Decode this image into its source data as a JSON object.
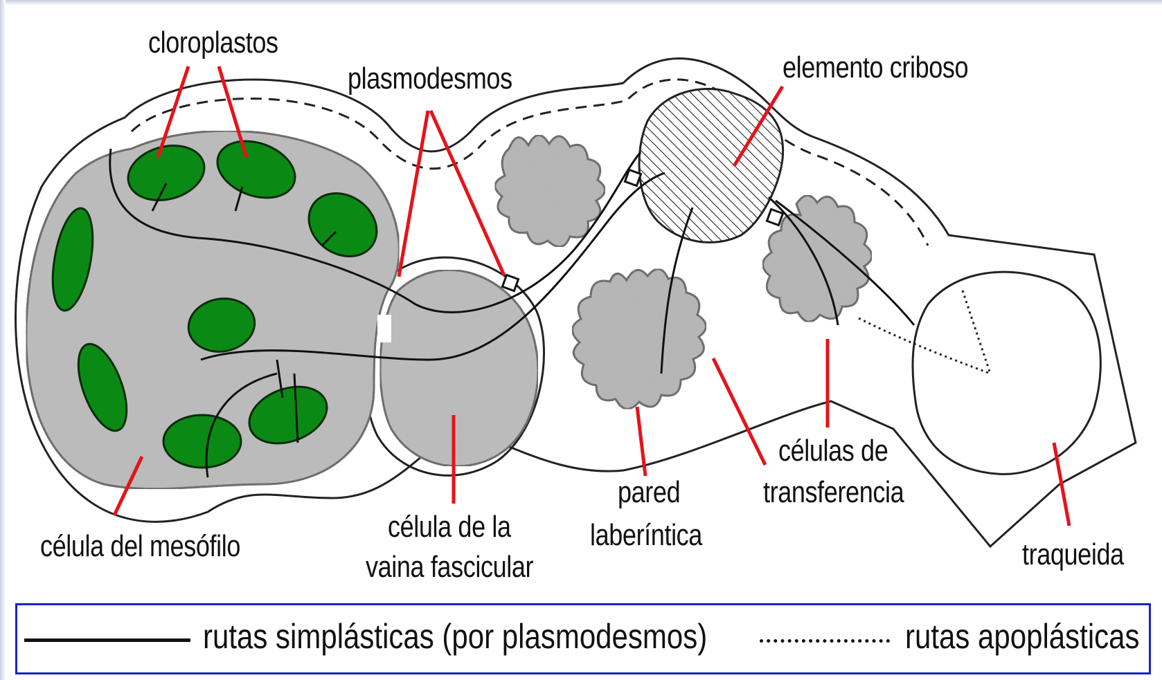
{
  "labels": {
    "cloroplastos": "cloroplastos",
    "plasmodesmos": "plasmodesmos",
    "elemento_criboso": "elemento criboso",
    "celula_mesofilo": "célula del mesófilo",
    "vaina_l1": "célula de la",
    "vaina_l2": "vaina fascicular",
    "pared_l1": "pared",
    "pared_l2": "laberíntica",
    "transf_l1": "células de",
    "transf_l2": "transferencia",
    "traqueida": "traqueida"
  },
  "legend": {
    "simplastic": "rutas simplásticas (por plasmodesmos)",
    "apoplastic": "rutas apoplásticas"
  },
  "colors": {
    "chloroplast": "#0a8a14",
    "pointer": "#e5131b",
    "legend_border": "#1a22c8",
    "cytoplasm": "#b4b4b4"
  }
}
